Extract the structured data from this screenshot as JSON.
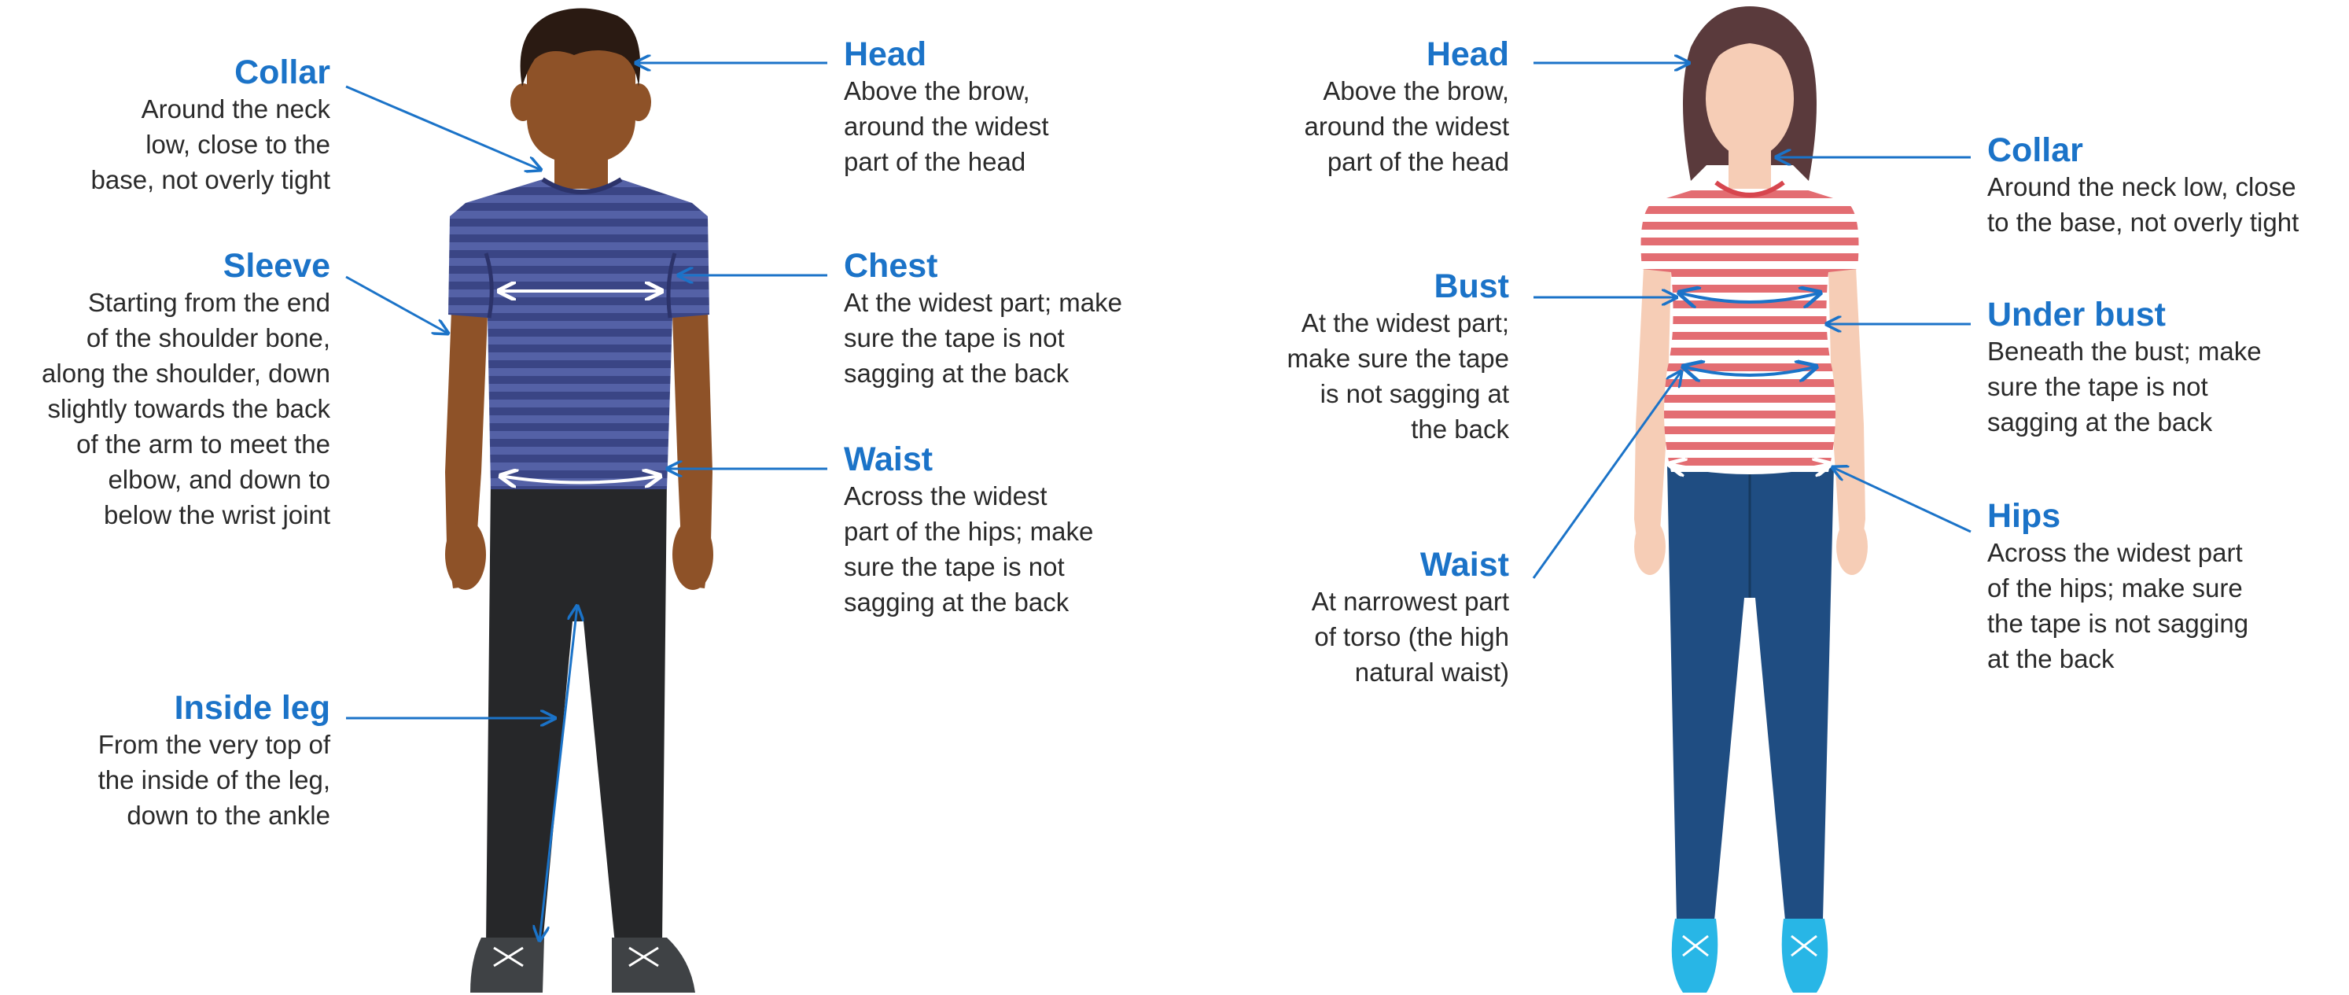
{
  "colors": {
    "accent": "#1B73C8",
    "text": "#2A2A2A",
    "male_skin": "#8E5228",
    "male_shirt": "#5461A6",
    "male_shirt_stripe": "#3A4585",
    "male_pants": "#262729",
    "male_shoes": "#3F4245",
    "female_skin": "#F6CDB6",
    "female_hair": "#5A3A3C",
    "female_shirt_stripe": "#E36D72",
    "female_jeans": "#1F4D82",
    "female_shoes": "#28B6E6"
  },
  "male": {
    "collar": {
      "title": "Collar",
      "desc": [
        "Around the neck",
        "low, close to the",
        "base, not overly tight"
      ]
    },
    "sleeve": {
      "title": "Sleeve",
      "desc": [
        "Starting from the end",
        "of the shoulder bone,",
        "along the shoulder, down",
        "slightly towards the back",
        "of the arm to meet the",
        "elbow, and down to",
        "below the wrist joint"
      ]
    },
    "inside_leg": {
      "title": "Inside leg",
      "desc": [
        "From the very top of",
        "the inside of the leg,",
        "down to the ankle"
      ]
    },
    "head": {
      "title": "Head",
      "desc": [
        "Above the brow,",
        "around the widest",
        "part of the head"
      ]
    },
    "chest": {
      "title": "Chest",
      "desc": [
        "At the widest part; make",
        "sure the tape is not",
        "sagging at the back"
      ]
    },
    "waist": {
      "title": "Waist",
      "desc": [
        "Across the widest",
        "part of the hips; make",
        "sure the tape is not",
        "sagging at the back"
      ]
    }
  },
  "female": {
    "head": {
      "title": "Head",
      "desc": [
        "Above the brow,",
        "around the widest",
        "part of the head"
      ]
    },
    "bust": {
      "title": "Bust",
      "desc": [
        "At the widest part;",
        "make sure the tape",
        "is not sagging at",
        "the back"
      ]
    },
    "waist": {
      "title": "Waist",
      "desc": [
        "At narrowest part",
        "of torso (the high",
        "natural waist)"
      ]
    },
    "collar": {
      "title": "Collar",
      "desc": [
        "Around the neck low, close",
        "to the base, not overly tight"
      ]
    },
    "under_bust": {
      "title": "Under bust",
      "desc": [
        "Beneath the bust; make",
        "sure the tape is not",
        "sagging at the back"
      ]
    },
    "hips": {
      "title": "Hips",
      "desc": [
        "Across the widest part",
        "of the hips; make sure",
        "the tape is not sagging",
        "at the back"
      ]
    }
  }
}
